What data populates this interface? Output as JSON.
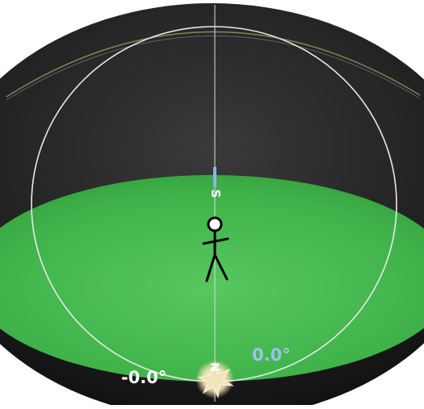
{
  "scene": {
    "type": "celestial-sphere-view",
    "colors": {
      "background": "#ffffff",
      "sphere_dark": "#141414",
      "sphere_mid": "#3a3a3a",
      "horizon_plane": "#3fb24a",
      "horizon_plane_light": "#56c85f",
      "celestial_circle": "#e8e8e8",
      "meridian_line": "#d8d8d8",
      "ecliptic_line": "#b8a86a",
      "south_marker": "#8ab4e8",
      "sun": "#f3e3b8",
      "observer": "#000000",
      "observer_head_fill": "#ffffff",
      "label_white": "#ffffff",
      "label_blue": "#9dc2ef"
    }
  },
  "labels": {
    "south": "S",
    "north": "N",
    "declination_readout": "-0.0°",
    "altitude_readout": "0.0°"
  },
  "icons": {
    "observer": "stick-figure-icon",
    "sun": "sun-star-icon",
    "south_tick": "south-marker-tick"
  }
}
